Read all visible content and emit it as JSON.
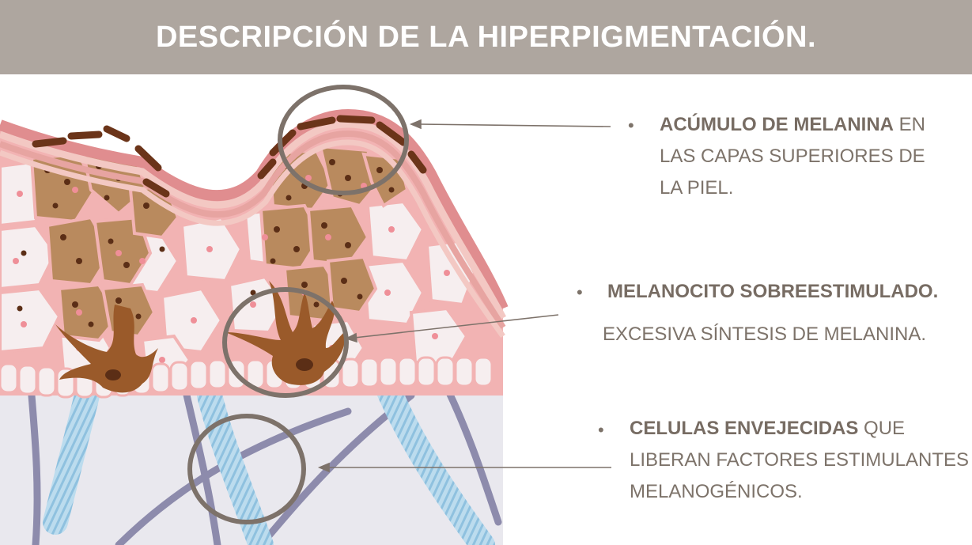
{
  "header": {
    "title": "DESCRIPCIÓN DE LA HIPERPIGMENTACIÓN."
  },
  "colors": {
    "header_bg": "#aea69f",
    "text": "#7d736a",
    "circle": "#7d726a",
    "melanin_dark": "#6b3419",
    "melanin_light": "#b8855a",
    "skin_pink": "#f0a7a9",
    "vessel_blue": "#a6cfe6",
    "vessel_purple": "#8d8bac"
  },
  "annotations": {
    "acumulo": {
      "bold": "ACÚMULO DE MELANINA",
      "rest": " EN",
      "line2": "LAS CAPAS SUPERIORES DE",
      "line3": "LA PIEL."
    },
    "melanocito": {
      "bold": "MELANOCITO SOBREESTIMULADO.",
      "line2": "EXCESIVA SÍNTESIS DE MELANINA."
    },
    "celulas": {
      "bold": "CELULAS ENVEJECIDAS",
      "rest": " QUE",
      "line2": "LIBERAN FACTORES ESTIMULANTES",
      "line3": "MELANOGÉNICOS."
    },
    "bullet": "•"
  }
}
